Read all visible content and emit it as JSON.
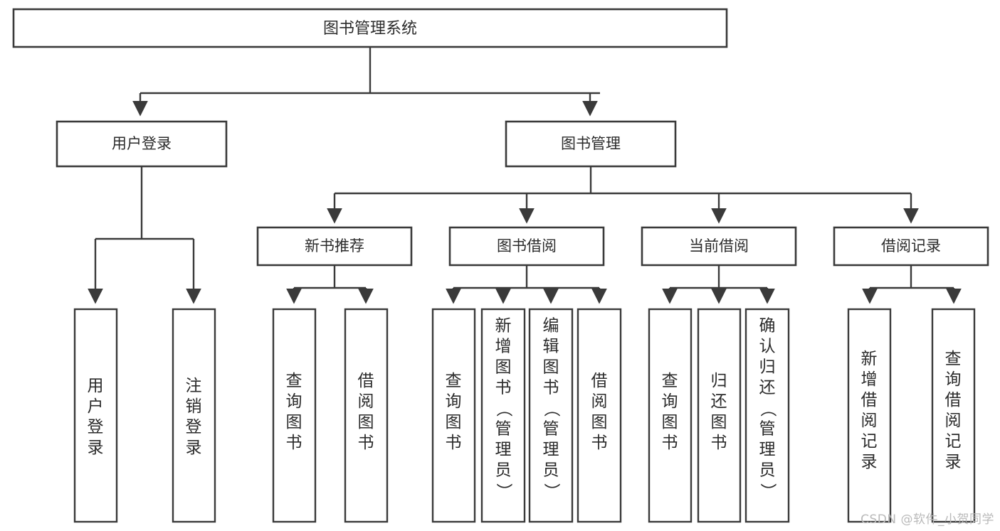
{
  "diagram": {
    "type": "tree-hierarchy",
    "title": "图书管理系统",
    "colors": {
      "background": "#ffffff",
      "box_fill": "#ffffff",
      "box_stroke": "#3a3a3a",
      "text": "#2b2b2b",
      "watermark": "#b9b9b9"
    },
    "root": {
      "label": "图书管理系统"
    },
    "level1": [
      {
        "label": "用户登录"
      },
      {
        "label": "图书管理"
      }
    ],
    "level2": [
      {
        "label": "新书推荐"
      },
      {
        "label": "图书借阅"
      },
      {
        "label": "当前借阅"
      },
      {
        "label": "借阅记录"
      }
    ],
    "leaves": {
      "user_login": [
        {
          "label": "用户登录"
        },
        {
          "label": "注销登录"
        }
      ],
      "new_book": [
        {
          "label": "查询图书"
        },
        {
          "label": "借阅图书"
        }
      ],
      "book_borrow": [
        {
          "label": "查询图书"
        },
        {
          "label": "新增图书（管理员）"
        },
        {
          "label": "编辑图书（管理员）"
        },
        {
          "label": "借阅图书"
        }
      ],
      "current_borrow": [
        {
          "label": "查询图书"
        },
        {
          "label": "归还图书"
        },
        {
          "label": "确认归还（管理员）"
        }
      ],
      "borrow_record": [
        {
          "label": "新增借阅记录"
        },
        {
          "label": "查询借阅记录"
        }
      ]
    }
  },
  "watermark": {
    "text": "CSDN @软件_小贺同学"
  }
}
